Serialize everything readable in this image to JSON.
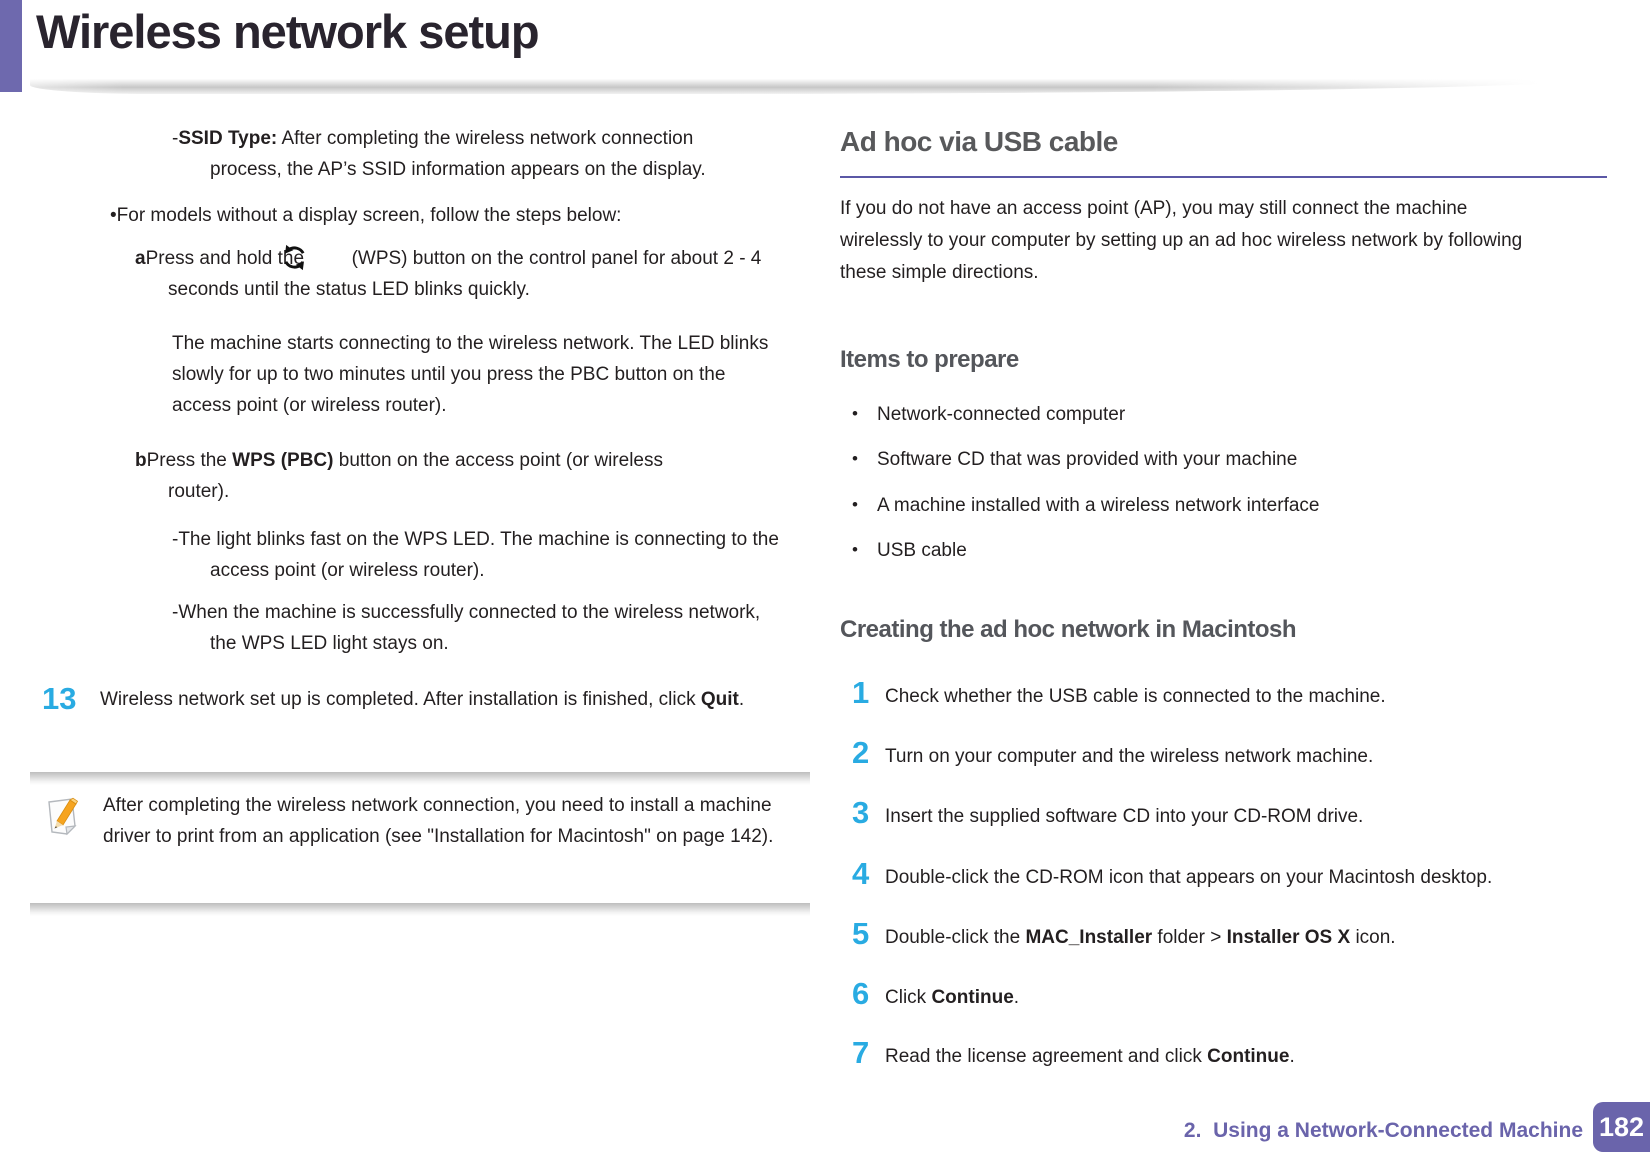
{
  "page": {
    "title": "Wireless network setup",
    "footer": {
      "chapter": "2.  Using a Network-Connected Machine",
      "page_number": "182"
    }
  },
  "colors": {
    "accent_purple": "#6E69AE",
    "step_number_cyan": "#29ABE2",
    "heading_gray": "#58595B",
    "heading_rule_purple": "#5B58A6",
    "body_text": "#231F20",
    "footer_purple": "#6A64AB",
    "note_band_gray": "#BDBDBD"
  },
  "icons": {
    "wps": "wps-circular-arrows-icon",
    "note": "pencil-note-icon"
  },
  "left": {
    "ssid": {
      "dash": "-",
      "label": "SSID Type:",
      "text": " After completing the wireless network connection process, the AP’s SSID information appears on the display."
    },
    "models": {
      "bullet": "•",
      "text": "For models without a display screen, follow the steps below:"
    },
    "step_a": {
      "letter": "a",
      "pre_icon": "Press and hold the ",
      "post_icon": " (WPS) button on the control panel for about 2 - 4 seconds until the status LED blinks quickly."
    },
    "step_a_detail": "The machine starts connecting to the wireless network. The LED blinks slowly for up to two minutes until you press the PBC button on the access point (or wireless router).",
    "step_b": {
      "letter": "b",
      "pre": "Press the ",
      "bold": "WPS (PBC)",
      "post": " button on the access point (or wireless router)."
    },
    "dash1": "-The light blinks fast on the WPS LED. The machine is connecting to the access point (or wireless router).",
    "dash2": "-When the machine is successfully connected to the wireless network, the WPS LED light stays on.",
    "step13": {
      "number": "13",
      "pre": "Wireless network set up is completed. After installation is finished, click ",
      "bold": "Quit",
      "post": "."
    },
    "note": "After completing the wireless network connection, you need to install a machine driver to print from an application (see \"Installation for Macintosh\" on page 142)."
  },
  "right": {
    "heading": "Ad hoc via USB cable",
    "intro": "If you do not have an access point (AP), you may still connect the machine wirelessly to your computer by setting up an ad hoc wireless network by following these simple directions.",
    "items_heading": "Items to prepare",
    "bullet_glyph": "•",
    "items": [
      "Network-connected computer",
      "Software CD that was provided with your machine",
      "A machine installed with a wireless network interface",
      "USB cable"
    ],
    "creating_heading": "Creating the ad hoc network in Macintosh",
    "steps": [
      {
        "num": "1",
        "parts": [
          {
            "t": "Check whether the USB cable is connected to the machine."
          }
        ]
      },
      {
        "num": "2",
        "parts": [
          {
            "t": "Turn on your computer and the wireless network machine."
          }
        ]
      },
      {
        "num": "3",
        "parts": [
          {
            "t": "Insert the supplied software CD into your CD-ROM drive."
          }
        ]
      },
      {
        "num": "4",
        "parts": [
          {
            "t": "Double-click the CD-ROM icon that appears on your Macintosh desktop."
          }
        ]
      },
      {
        "num": "5",
        "parts": [
          {
            "t": "Double-click the "
          },
          {
            "t": "MAC_Installer"
          },
          {
            "t": " folder > "
          },
          {
            "t": "Installer OS X"
          },
          {
            "t": " icon."
          }
        ]
      },
      {
        "num": "6",
        "parts": [
          {
            "t": "Click "
          },
          {
            "t": "Continue"
          },
          {
            "t": "."
          }
        ]
      },
      {
        "num": "7",
        "parts": [
          {
            "t": "Read the license agreement and click "
          },
          {
            "t": "Continue"
          },
          {
            "t": "."
          }
        ]
      }
    ]
  }
}
